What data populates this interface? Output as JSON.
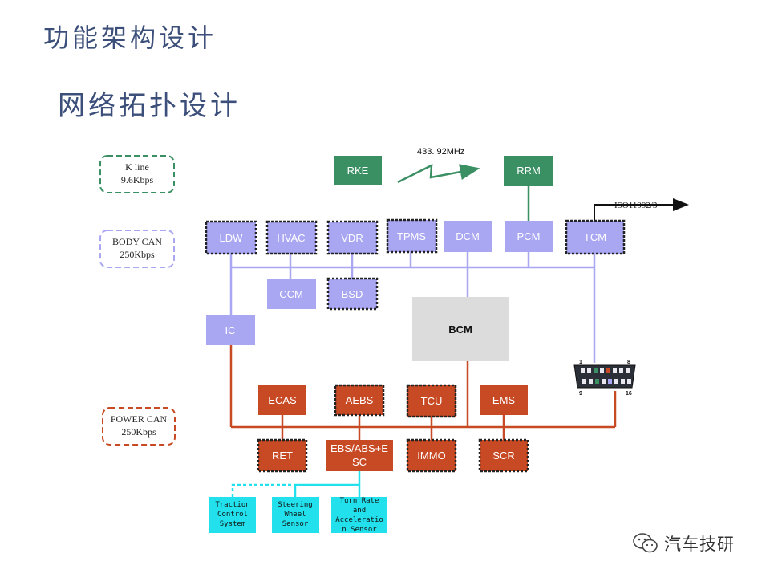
{
  "titles": {
    "main": "功能架构设计",
    "sub": "网络拓扑设计"
  },
  "colors": {
    "k_line": "#3a8f63",
    "body_can": "#a9a6f2",
    "power_can": "#c84a24",
    "bcm": "#dcdcdc",
    "sensor": "#22e1ec",
    "rke": "#3a8f63"
  },
  "legend": [
    {
      "id": "k-line",
      "line1": "K line",
      "line2": "9.6Kbps"
    },
    {
      "id": "body-can",
      "line1": "BODY CAN",
      "line2": "250Kbps"
    },
    {
      "id": "power-can",
      "line1": "POWER  CAN",
      "line2": "250Kbps"
    }
  ],
  "wireless": {
    "frequency": "433. 92MHz"
  },
  "iso_label": "ISO11992/3",
  "nodes": {
    "rke": "RKE",
    "rrm": "RRM",
    "ldw": "LDW",
    "hvac": "HVAC",
    "vdr": "VDR",
    "tpms": "TPMS",
    "dcm": "DCM",
    "pcm": "PCM",
    "tcm": "TCM",
    "ccm": "CCM",
    "bsd": "BSD",
    "ic": "IC",
    "bcm": "BCM",
    "ecas": "ECAS",
    "aebs": "AEBS",
    "tcu": "TCU",
    "ems": "EMS",
    "ret": "RET",
    "ebs_line1": "EBS/ABS+E",
    "ebs_line2": "SC",
    "immo": "IMMO",
    "scr": "SCR"
  },
  "sensors": [
    {
      "id": "traction",
      "lines": [
        "Traction",
        "Control",
        "System"
      ]
    },
    {
      "id": "steering",
      "lines": [
        "Steering",
        "Wheel",
        "Sensor"
      ]
    },
    {
      "id": "turnrate",
      "lines": [
        "Turn Rate",
        "and",
        "Acceleratio",
        "n Sensor"
      ]
    }
  ],
  "obd_pins": {
    "p1": "1",
    "p8": "8",
    "p9": "9",
    "p16": "16"
  },
  "watermark": {
    "text": "汽车技研",
    "icon": "wechat-icon"
  }
}
